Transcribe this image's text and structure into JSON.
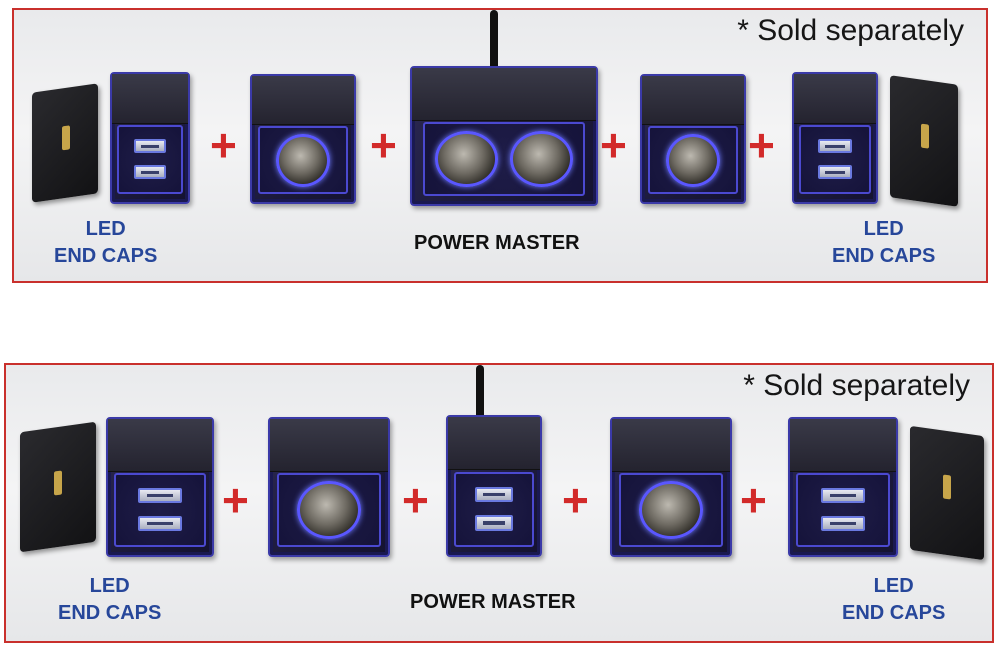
{
  "panels": [
    {
      "sold_note": "* Sold separately",
      "left_label_line1": "LED",
      "left_label_line2": "END CAPS",
      "center_label": "POWER MASTER",
      "right_label_line1": "LED",
      "right_label_line2": "END CAPS",
      "plus": "+",
      "modules": [
        "end-cap-left",
        "usb-end-module",
        "single-socket-module",
        "power-master-dual-socket",
        "single-socket-module",
        "usb-end-module",
        "end-cap-right"
      ]
    },
    {
      "sold_note": "* Sold separately",
      "left_label_line1": "LED",
      "left_label_line2": "END CAPS",
      "center_label": "POWER MASTER",
      "right_label_line1": "LED",
      "right_label_line2": "END CAPS",
      "plus": "+",
      "modules": [
        "end-cap-left",
        "usb-end-module",
        "single-socket-module",
        "power-master-usb",
        "single-socket-module",
        "usb-end-module",
        "end-cap-right"
      ]
    }
  ],
  "colors": {
    "frame": "#c9302c",
    "plus": "#d22a2a",
    "led_label": "#27479a",
    "module_body": "#1c1a3c",
    "module_accent": "#4b49d0"
  }
}
